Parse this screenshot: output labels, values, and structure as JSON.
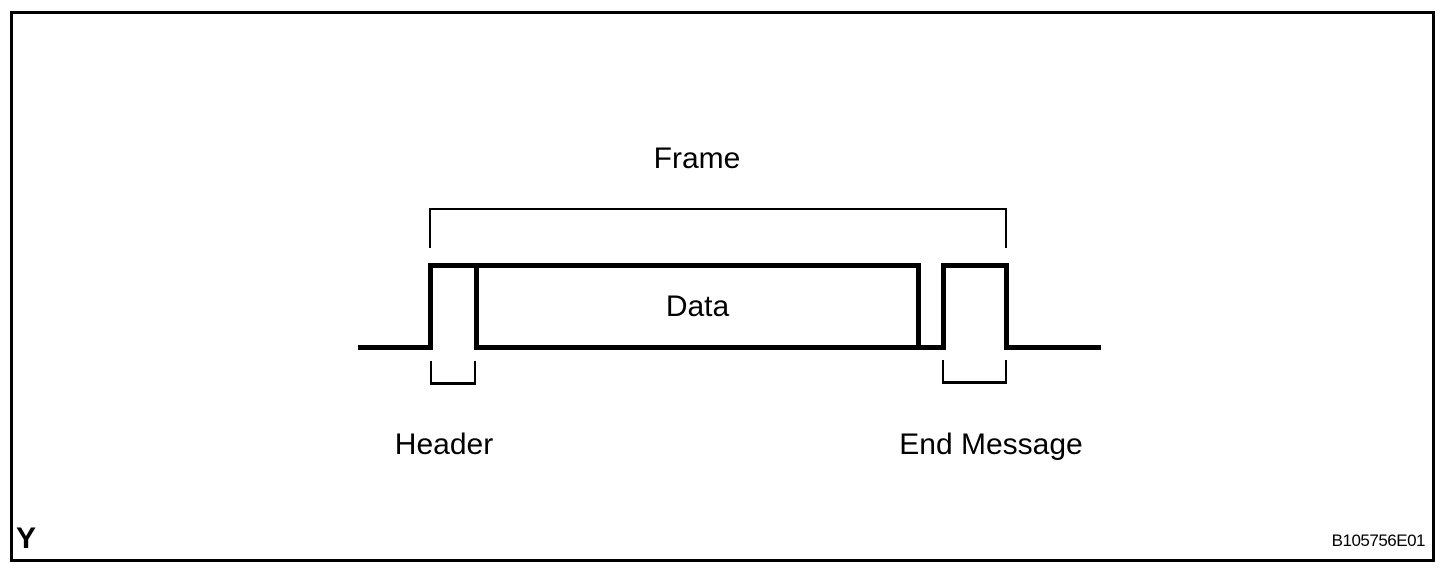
{
  "figure": {
    "frame_label": "Frame",
    "data_label": "Data",
    "header_label": "Header",
    "end_message_label": "End Message",
    "corner_mark": "Y",
    "figure_code": "B105756E01"
  },
  "icons": {
    "frame_bracket": "dimension-bracket-down",
    "header_bracket": "dimension-bracket-up",
    "end_message_bracket": "dimension-bracket-up"
  },
  "colors": {
    "line": "#000000",
    "background": "#ffffff"
  }
}
